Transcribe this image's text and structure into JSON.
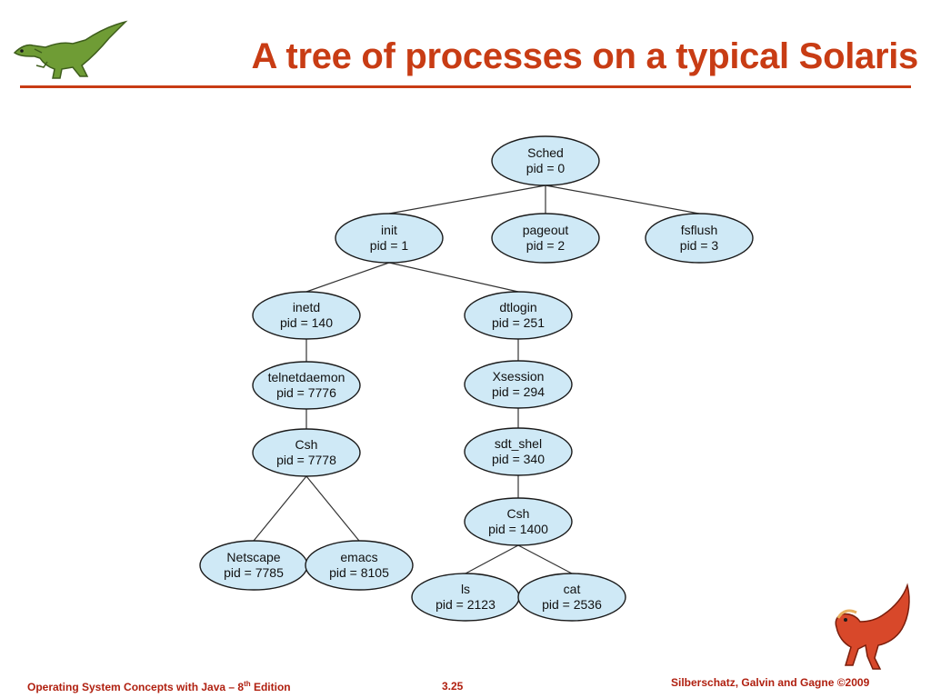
{
  "slide": {
    "title": "A tree of processes on a typical Solaris",
    "footer": {
      "book_prefix": "Operating System Concepts  with Java – 8",
      "book_sup": "th",
      "book_suffix": " Edition",
      "page": "3.25",
      "copyright": "Silberschatz, Galvin and Gagne ©2009"
    },
    "colors": {
      "title": "#c83c14",
      "node_fill": "#cfe9f6",
      "node_stroke": "#1a1a1a",
      "edge": "#333333",
      "footer": "#b02010"
    },
    "icons": [
      "green-dinosaur-icon",
      "red-dinosaur-icon"
    ]
  },
  "diagram": {
    "nodes": [
      {
        "id": "sched",
        "name": "Sched",
        "pid": "pid = 0"
      },
      {
        "id": "init",
        "name": "init",
        "pid": "pid = 1"
      },
      {
        "id": "pageout",
        "name": "pageout",
        "pid": "pid = 2"
      },
      {
        "id": "fsflush",
        "name": "fsflush",
        "pid": "pid = 3"
      },
      {
        "id": "inetd",
        "name": "inetd",
        "pid": "pid = 140"
      },
      {
        "id": "dtlogin",
        "name": "dtlogin",
        "pid": "pid = 251"
      },
      {
        "id": "telnetdaemon",
        "name": "telnetdaemon",
        "pid": "pid = 7776"
      },
      {
        "id": "xsession",
        "name": "Xsession",
        "pid": "pid = 294"
      },
      {
        "id": "csh1",
        "name": "Csh",
        "pid": "pid = 7778"
      },
      {
        "id": "sdtshel",
        "name": "sdt_shel",
        "pid": "pid = 340"
      },
      {
        "id": "netscape",
        "name": "Netscape",
        "pid": "pid = 7785"
      },
      {
        "id": "emacs",
        "name": "emacs",
        "pid": "pid = 8105"
      },
      {
        "id": "csh2",
        "name": "Csh",
        "pid": "pid = 1400"
      },
      {
        "id": "ls",
        "name": "ls",
        "pid": "pid = 2123"
      },
      {
        "id": "cat",
        "name": "cat",
        "pid": "pid = 2536"
      }
    ],
    "edges": [
      [
        "sched",
        "init"
      ],
      [
        "sched",
        "pageout"
      ],
      [
        "sched",
        "fsflush"
      ],
      [
        "init",
        "inetd"
      ],
      [
        "init",
        "dtlogin"
      ],
      [
        "inetd",
        "telnetdaemon"
      ],
      [
        "telnetdaemon",
        "csh1"
      ],
      [
        "csh1",
        "netscape"
      ],
      [
        "csh1",
        "emacs"
      ],
      [
        "dtlogin",
        "xsession"
      ],
      [
        "xsession",
        "sdtshel"
      ],
      [
        "sdtshel",
        "csh2"
      ],
      [
        "csh2",
        "ls"
      ],
      [
        "csh2",
        "cat"
      ]
    ]
  }
}
